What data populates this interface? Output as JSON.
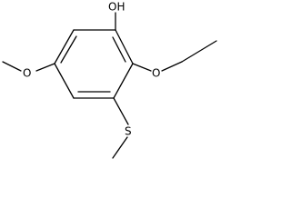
{
  "molecule": {
    "atoms": {
      "hydroxyl": "OH",
      "ethoxy_oxygen": "O",
      "methoxy_oxygen": "O",
      "sulfur": "S"
    }
  }
}
